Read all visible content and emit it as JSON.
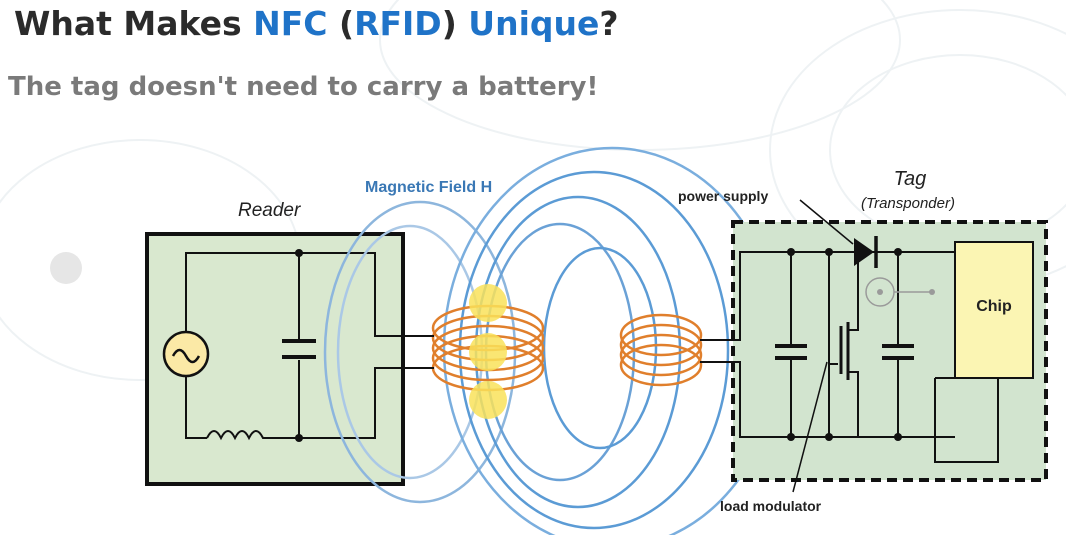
{
  "slide": {
    "title": {
      "part1": "What Makes ",
      "nfc": "NFC",
      "open_paren": " (",
      "rfid": "RFID",
      "close_paren": ") ",
      "unique": "Unique",
      "question": "?"
    },
    "subtitle": "The tag doesn't need to carry a battery!"
  },
  "diagram": {
    "reader_label": "Reader",
    "field_label": "Magnetic Field H",
    "tag_label": "Tag",
    "transponder_label": "(Transponder)",
    "power_supply_label": "power supply",
    "chip_label": "Chip",
    "load_modulator_label": "load modulator"
  },
  "colors": {
    "title_text": "#2b2b2b",
    "title_accent": "#1f73c8",
    "subtitle_text": "#7a7a7a",
    "reader_fill": "#d9e8cf",
    "tag_fill": "#d2e4cf",
    "coil": "#e07f2c",
    "field_lines": "#5b9bd5",
    "field_label": "#3a78b5",
    "hotspot": "#f9e25a",
    "chip_fill": "#fbf5b3"
  }
}
